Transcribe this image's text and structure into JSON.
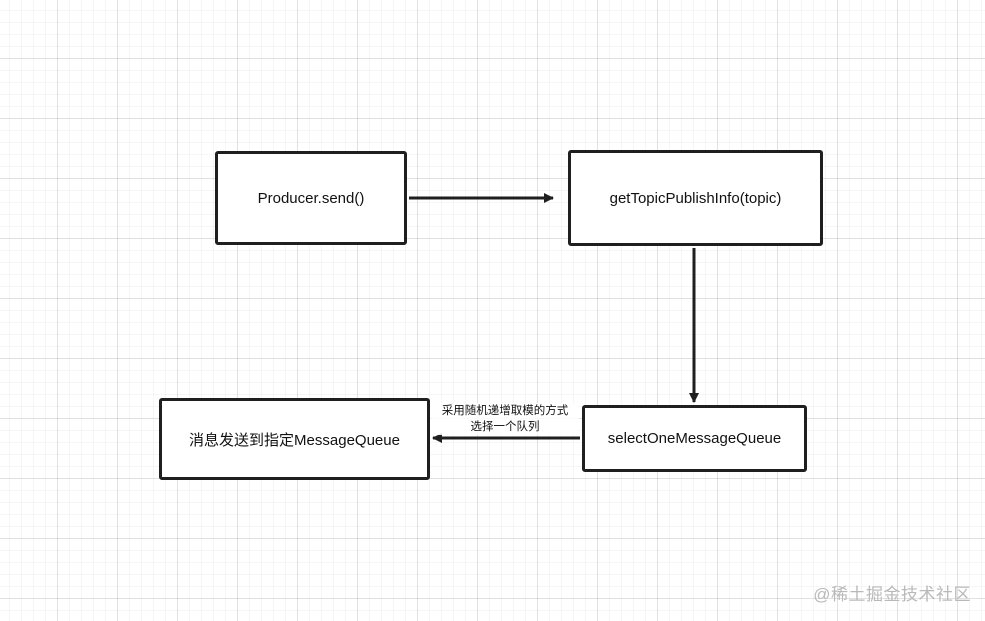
{
  "nodes": {
    "producer_send": "Producer.send()",
    "get_topic_publish_info": "getTopicPublishInfo(topic)",
    "select_one_message_queue": "selectOneMessageQueue",
    "deliver_to_queue": "消息发送到指定MessageQueue"
  },
  "edges": {
    "select_to_deliver_label_line1": "采用随机递增取模的方式",
    "select_to_deliver_label_line2": "选择一个队列"
  },
  "watermark": "@稀土掘金技术社区",
  "colors": {
    "stroke": "#1f1f1f",
    "background": "#ffffff",
    "grid": "#e6e6e6",
    "watermark": "#b9b9b9"
  }
}
